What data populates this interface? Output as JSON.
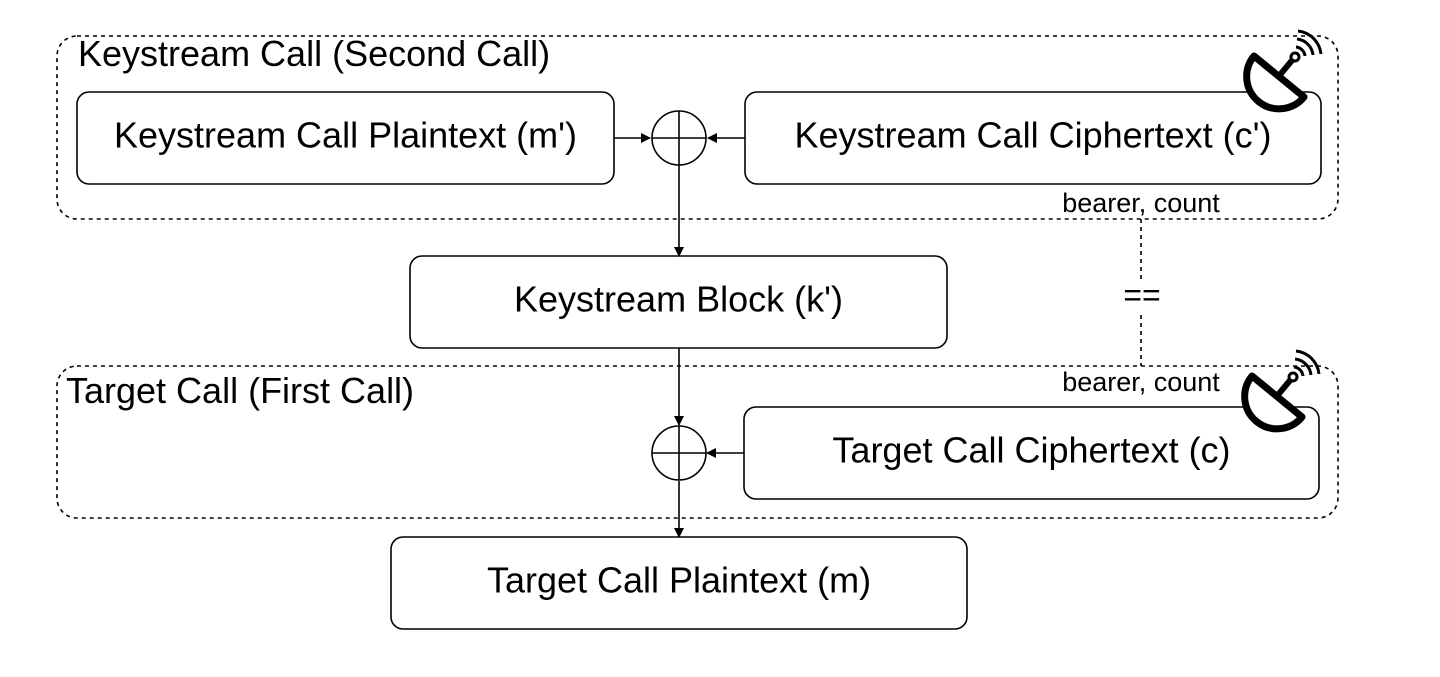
{
  "groups": {
    "keystream_call": {
      "label": "Keystream Call (Second Call)"
    },
    "target_call": {
      "label": "Target Call (First Call)"
    }
  },
  "nodes": {
    "keystream_plaintext": {
      "label": "Keystream Call Plaintext (m')"
    },
    "keystream_ciphertext": {
      "label": "Keystream Call Ciphertext (c')"
    },
    "keystream_block": {
      "label": "Keystream Block (k')"
    },
    "target_ciphertext": {
      "label": "Target Call Ciphertext (c)"
    },
    "target_plaintext": {
      "label": "Target Call Plaintext (m)"
    }
  },
  "annotations": {
    "bearer_count_top": "bearer, count",
    "bearer_count_bottom": "bearer, count",
    "equality": "=="
  },
  "icons": [
    "satellite-dish-icon",
    "satellite-dish-icon"
  ]
}
